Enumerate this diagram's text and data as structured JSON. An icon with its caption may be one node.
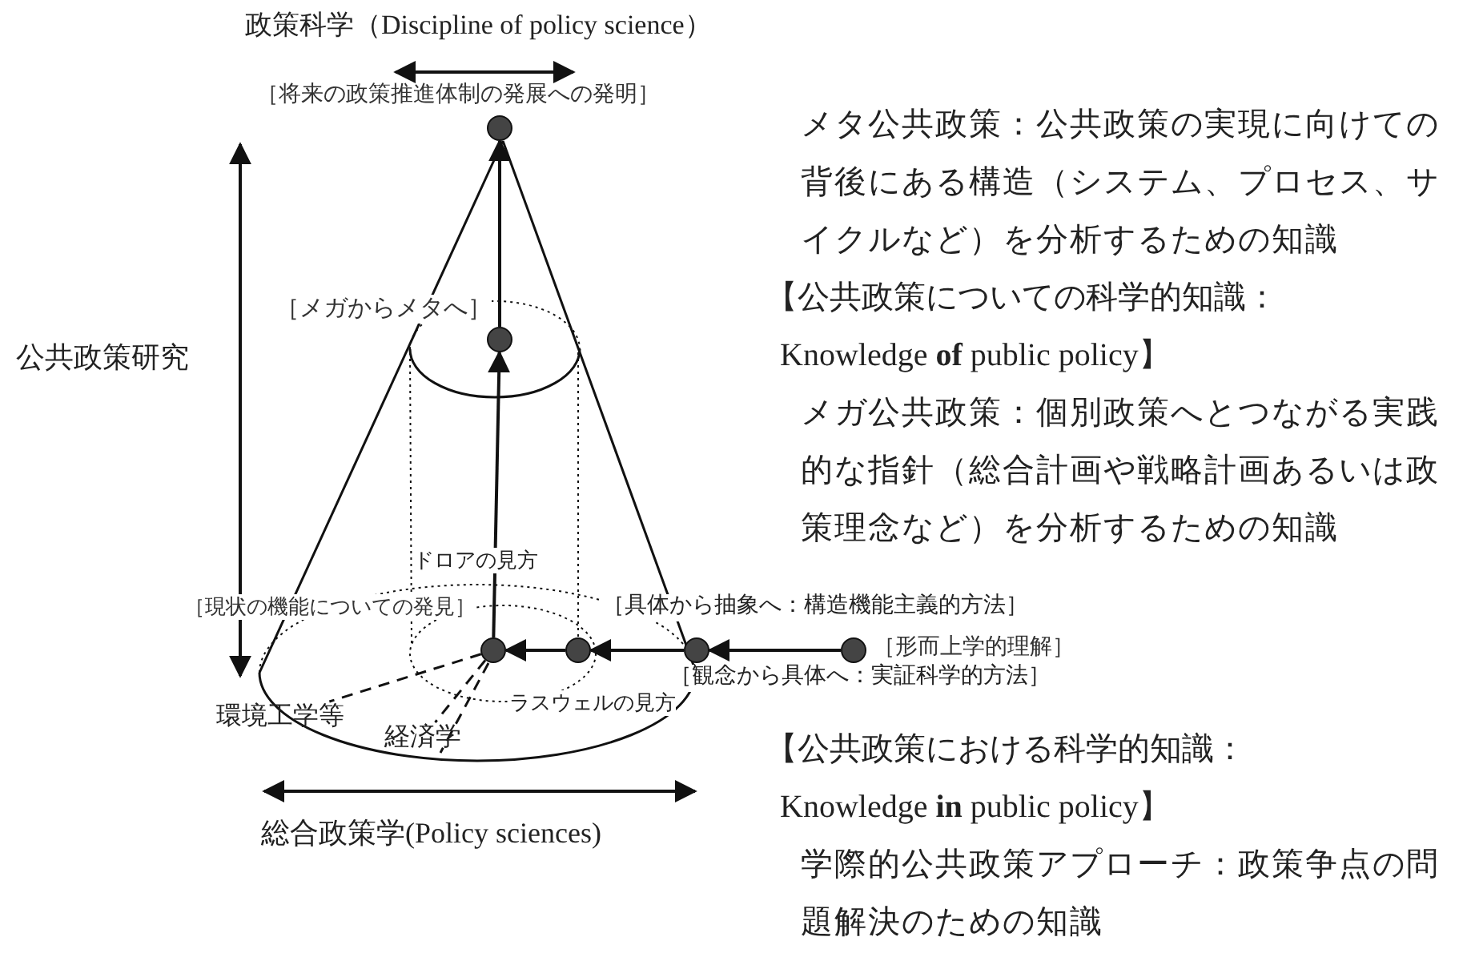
{
  "diagram": {
    "nodes": [
      {
        "text": [],
        "shape": "circle",
        "beside": [
          "［将来の政策推進体制の発展への発明］"
        ]
      },
      {
        "text": [],
        "shape": "circle",
        "beside": [
          "［メガからメタへ］"
        ]
      },
      {
        "text": [],
        "shape": "circle",
        "beside": [
          "［現状の機能についての発見］"
        ]
      },
      {
        "text": [],
        "shape": "circle"
      },
      {
        "text": [],
        "shape": "circle"
      },
      {
        "text": [],
        "shape": "circle",
        "beside": [
          "［形而上学的理解］"
        ]
      },
      {
        "text": [
          "環境工学等"
        ]
      },
      {
        "text": [
          "経済学"
        ]
      }
    ],
    "edges": [
      {
        "from": 1,
        "to": 0,
        "arrow": "to"
      },
      {
        "from": 2,
        "to": 1,
        "arrow": "to"
      },
      {
        "from": 3,
        "to": 2,
        "arrow": "to"
      },
      {
        "from": 4,
        "to": 3,
        "arrow": "to"
      },
      {
        "from": 5,
        "to": 4,
        "arrow": "to"
      },
      {
        "from": 2,
        "to": 6,
        "arrow": "none",
        "style": "dashed"
      },
      {
        "from": 2,
        "to": 7,
        "arrow": "none",
        "style": "dashed"
      }
    ],
    "labels": [
      "政策科学（Discipline of policy science）",
      "公共政策研究",
      "ドロアの見方",
      "［具体から抽象へ：構造機能主義的方法］",
      "［観念から具体へ：実証科学的方法］",
      "ラスウェルの見方",
      "総合政策学(Policy sciences)",
      "メタ公共政策：公共政策の実現に向けての背後にある構造（システム、プロセス、サイクルなど）を分析するための知識",
      "【公共政策についての科学的知識：",
      "Knowledge **of** public policy】",
      "メガ公共政策：個別政策へとつながる実践的な指針（総合計画や戦略計画あるいは政策理念など）を分析するための知識",
      "【公共政策における科学的知識：",
      "Knowledge **in** public policy】",
      "学際的公共政策アプローチ：政策争点の問題解決のための知識"
    ]
  }
}
